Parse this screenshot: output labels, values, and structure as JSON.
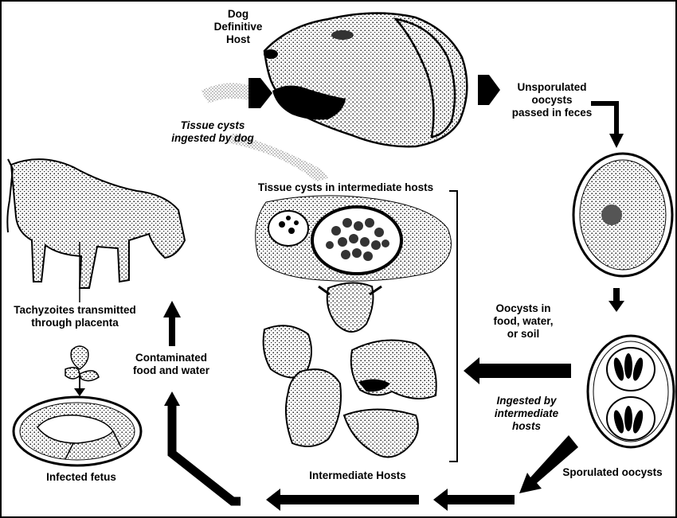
{
  "labels": {
    "definitive_host": "Dog\nDefinitive\nHost",
    "unsporulated": "Unsporulated\noocysts\npassed in feces",
    "tissue_cysts_dog": "Tissue cysts\ningested by dog",
    "tissue_cysts_hosts": "Tissue cysts in intermediate hosts",
    "tachyzoites": "Tachyzoites transmitted\nthrough placenta",
    "contaminated": "Contaminated\nfood and water",
    "oocysts_food": "Oocysts in\nfood, water,\nor soil",
    "ingested_intermediate": "Ingested by\nintermediate\nhosts",
    "infected_fetus": "Infected fetus",
    "intermediate_hosts": "Intermediate Hosts",
    "sporulated": "Sporulated oocysts"
  },
  "colors": {
    "ink": "#000000",
    "paper": "#ffffff",
    "stipple": "#9a9a9a"
  }
}
